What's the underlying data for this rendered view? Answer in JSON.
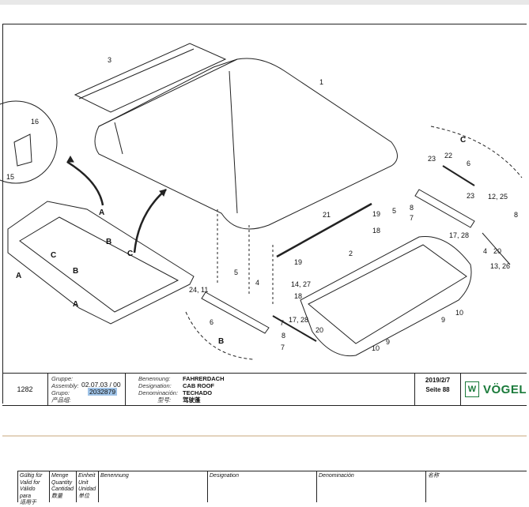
{
  "callouts": {
    "c1": "1",
    "c2": "2",
    "c3": "3",
    "c4a": "4",
    "c4b": "4",
    "c5a": "5",
    "c5b": "5",
    "c6a": "6",
    "c6b": "6",
    "c7a": "7",
    "c7b": "7",
    "c7c": "7",
    "c8a": "8",
    "c8b": "8",
    "c8c": "8",
    "c9a": "9",
    "c9b": "9",
    "c10a": "10",
    "c10b": "10",
    "c1225": "12, 25",
    "c1326": "13, 26",
    "c1427": "14, 27",
    "c15": "15",
    "c16": "16",
    "c1728a": "17, 28",
    "c1728b": "17, 28",
    "c18a": "18",
    "c18b": "18",
    "c19a": "19",
    "c19b": "19",
    "c20a": "20",
    "c20b": "20",
    "c21": "21",
    "c22": "22",
    "c23a": "23",
    "c23b": "23",
    "c2411": "24, 11",
    "A1": "A",
    "A2": "A",
    "A3": "A",
    "B1": "B",
    "B2": "B",
    "B3": "B",
    "C1": "C",
    "C2": "C",
    "C3": "C"
  },
  "titleblock": {
    "page_number": "1282",
    "gruppe_label": "Gruppe:",
    "assembly_label": "Assembly:",
    "grupo_label": "Grupo:",
    "cn_group_label": "产品组:",
    "assembly_value": "02.07.03 / 00",
    "grupo_value": "2032879",
    "benennung_label": "Benennung:",
    "designation_label": "Designation:",
    "denominacion_label": "Denominación:",
    "cn_name_label": "型号:",
    "benennung_value": "FAHRERDACH",
    "designation_value": "CAB ROOF",
    "denominacion_value": "TECHADO",
    "cn_name_value": "驾驶蓬",
    "date": "2019/2/7",
    "page_label": "Seite 88",
    "logo_mark": "W",
    "logo_text": "VÖGEL"
  },
  "footer": {
    "col1": [
      "Gültig für",
      "Valid for",
      "Válido para",
      "适用于"
    ],
    "col2": [
      "Menge",
      "Quantity",
      "Cantidad",
      "数量"
    ],
    "col3": [
      "Einheit",
      "Unit",
      "Unidad",
      "单位"
    ],
    "col4": "Benennung",
    "col5": "Designation",
    "col6": "Denominación",
    "col7": "名称"
  }
}
